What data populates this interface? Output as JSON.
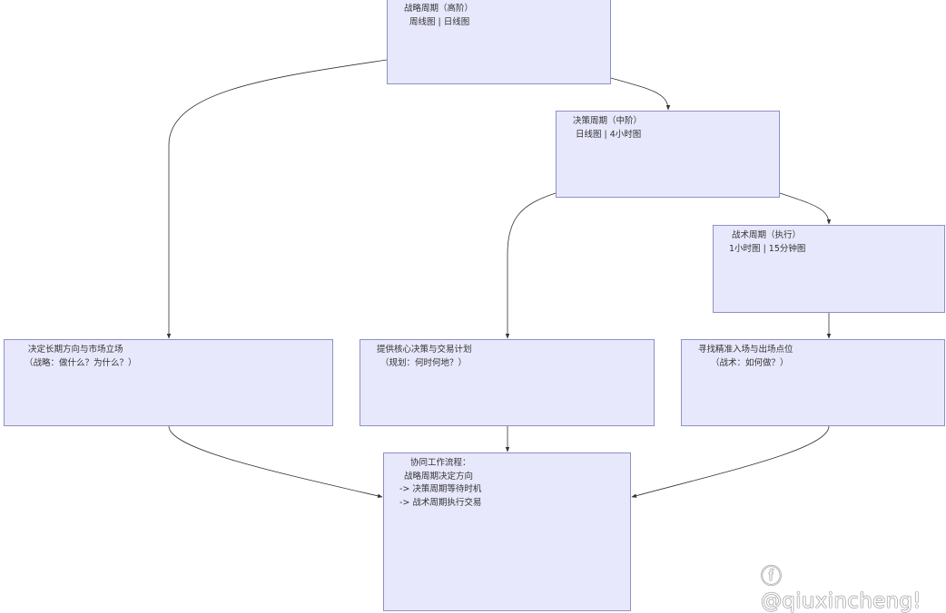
{
  "nodes": {
    "strategic": {
      "line1": "战略周期（高阶）",
      "line2": "周线图 | 日线图"
    },
    "decision": {
      "line1": "决策周期（中阶）",
      "line2": "日线图 | 4小时图"
    },
    "tactical": {
      "line1": "战术周期（执行）",
      "line2": "1小时图 | 15分钟图"
    },
    "long_term": {
      "line1": "决定长期方向与市场立场",
      "line2": "（战略：做什么？为什么？）"
    },
    "core_plan": {
      "line1": "提供核心决策与交易计划",
      "line2": "（规划：何时何地？）"
    },
    "entry_exit": {
      "line1": "寻找精准入场与出场点位",
      "line2": "（战术：如何做？）"
    },
    "workflow": {
      "line1": "协同工作流程：",
      "line2": "战略周期决定方向",
      "line3": "-> 决策周期等待时机",
      "line4": "-> 战术周期执行交易"
    }
  },
  "watermark": "@qiuxincheng!",
  "colors": {
    "node_fill": "#e8e8fd",
    "node_border": "#8f8fc4",
    "edge": "#333333"
  }
}
